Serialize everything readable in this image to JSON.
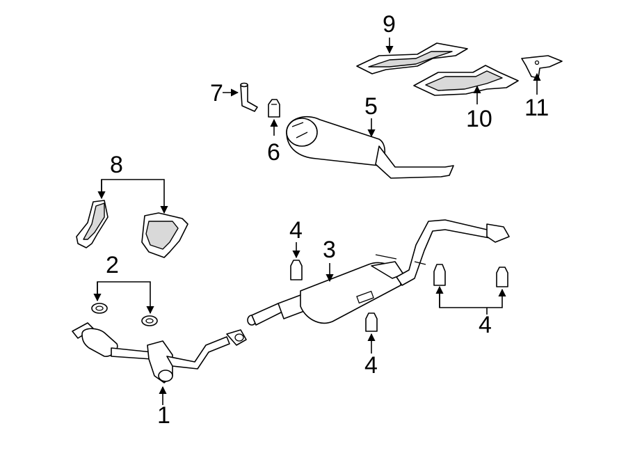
{
  "callouts": [
    {
      "id": "c1",
      "text": "1"
    },
    {
      "id": "c2",
      "text": "2"
    },
    {
      "id": "c3",
      "text": "3"
    },
    {
      "id": "c4a",
      "text": "4"
    },
    {
      "id": "c4b",
      "text": "4"
    },
    {
      "id": "c4c",
      "text": "4"
    },
    {
      "id": "c5",
      "text": "5"
    },
    {
      "id": "c6",
      "text": "6"
    },
    {
      "id": "c7",
      "text": "7"
    },
    {
      "id": "c8",
      "text": "8"
    },
    {
      "id": "c9",
      "text": "9"
    },
    {
      "id": "c10",
      "text": "10"
    },
    {
      "id": "c11",
      "text": "11"
    }
  ],
  "colors": {
    "line": "#000000",
    "background": "#ffffff",
    "shade": "#d9d9d9"
  }
}
